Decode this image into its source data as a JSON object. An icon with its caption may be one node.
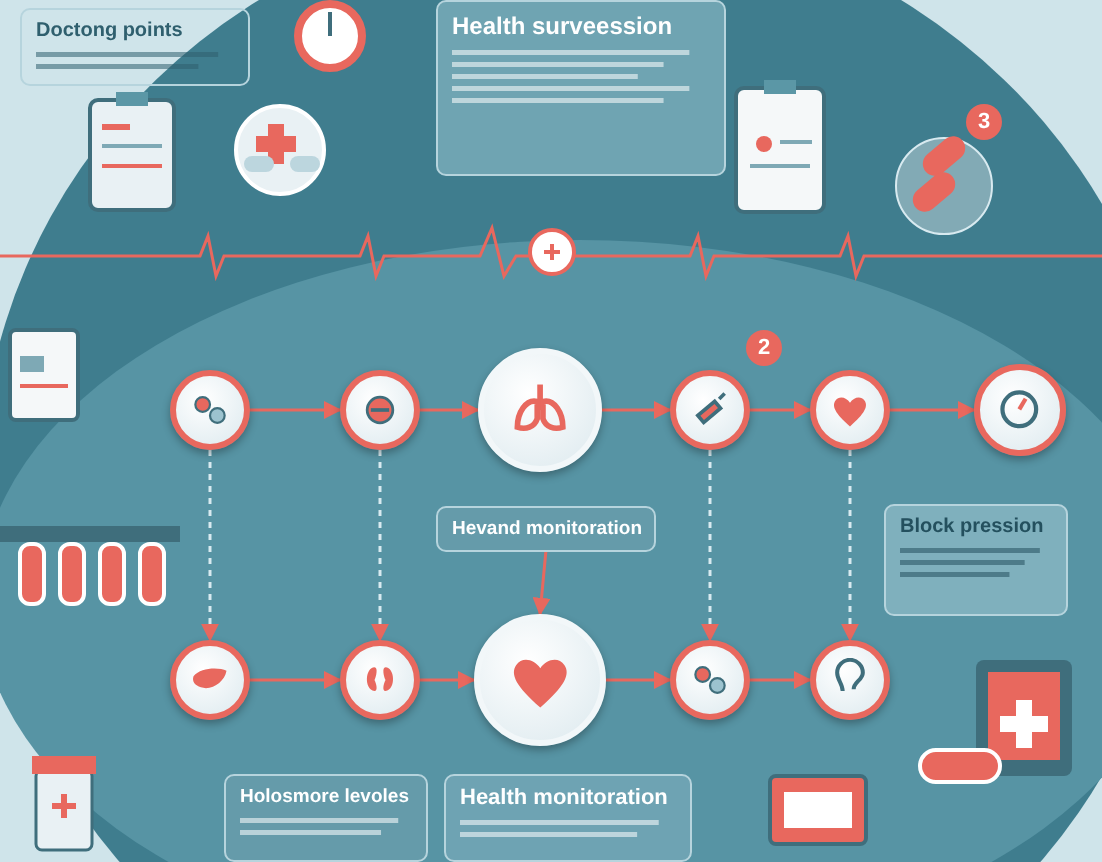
{
  "diagram": {
    "nodes": [
      {
        "text": [
          "Doctong points"
        ]
      },
      {
        "text": [
          "Health surveession"
        ]
      },
      {
        "text": [],
        "shape": "circle"
      },
      {
        "text": [],
        "shape": "circle"
      },
      {
        "text": [],
        "shape": "circle"
      },
      {
        "text": [],
        "shape": "circle"
      },
      {
        "text": [],
        "shape": "circle"
      },
      {
        "text": [],
        "shape": "circle"
      },
      {
        "text": [
          "Hevand monitoration"
        ]
      },
      {
        "text": [
          "Block pression"
        ]
      },
      {
        "text": [],
        "shape": "circle"
      },
      {
        "text": [],
        "shape": "circle"
      },
      {
        "text": [],
        "shape": "circle"
      },
      {
        "text": [],
        "shape": "circle"
      },
      {
        "text": [],
        "shape": "circle"
      },
      {
        "text": [
          "Holosmore levoles"
        ]
      },
      {
        "text": [
          "Health monitoration"
        ]
      }
    ],
    "edges": [
      {
        "from": 2,
        "to": 3,
        "arrow": "to"
      },
      {
        "from": 3,
        "to": 4,
        "arrow": "to"
      },
      {
        "from": 4,
        "to": 5,
        "arrow": "to"
      },
      {
        "from": 5,
        "to": 6,
        "arrow": "to"
      },
      {
        "from": 6,
        "to": 7,
        "arrow": "to"
      },
      {
        "from": 10,
        "to": 11,
        "arrow": "to"
      },
      {
        "from": 11,
        "to": 12,
        "arrow": "to"
      },
      {
        "from": 12,
        "to": 13,
        "arrow": "to"
      },
      {
        "from": 13,
        "to": 14,
        "arrow": "to"
      },
      {
        "from": 2,
        "to": 10,
        "arrow": "to",
        "style": "dashed",
        "color": "#d8eaf0"
      },
      {
        "from": 3,
        "to": 11,
        "arrow": "to",
        "style": "dashed",
        "color": "#d8eaf0"
      },
      {
        "from": 5,
        "to": 13,
        "arrow": "to",
        "style": "dashed",
        "color": "#d8eaf0"
      },
      {
        "from": 6,
        "to": 14,
        "arrow": "to",
        "style": "dashed",
        "color": "#d8eaf0"
      },
      {
        "from": 8,
        "to": 12,
        "arrow": "to"
      }
    ],
    "labels": [
      "2",
      "3"
    ]
  }
}
